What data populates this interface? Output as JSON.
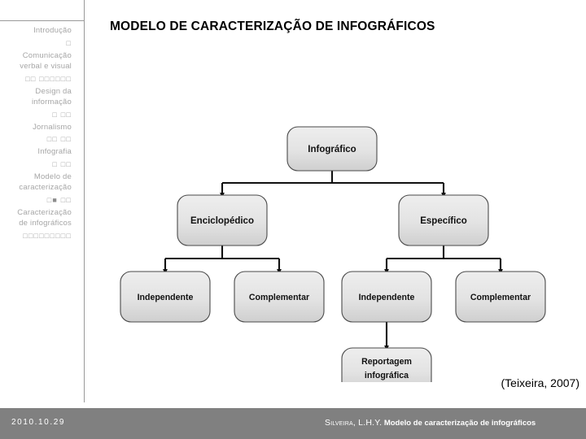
{
  "slide": {
    "title": "MODELO DE CARACTERIZAÇÃO DE INFOGRÁFICOS",
    "citation": "(Teixeira, 2007)",
    "background_color": "#ffffff"
  },
  "nav": {
    "divider_color": "#9a9a9a",
    "text_color": "#a6a6a6",
    "active_marker_color": "#8c8c8c",
    "items": [
      {
        "label": "Introdução",
        "dots": "□",
        "dots_count": 1,
        "active_index": -1
      },
      {
        "label": "Comunicação\nverbal e visual",
        "dots": "□□ □□□□□□",
        "dots_count": 8,
        "active_index": -1
      },
      {
        "label": "Design da\ninformação",
        "dots": "□ □□",
        "dots_count": 3,
        "active_index": -1
      },
      {
        "label": "Jornalismo",
        "dots": "□□ □□",
        "dots_count": 4,
        "active_index": -1
      },
      {
        "label": "Infografia",
        "dots": "□ □□",
        "dots_count": 3,
        "active_index": -1
      },
      {
        "label": "Modelo de\ncaracterização",
        "dots": "□■ □□",
        "dots_count": 4,
        "active_index": 1
      },
      {
        "label": "Caracterização\nde infográficos",
        "dots": "□□□□□□□□□",
        "dots_count": 9,
        "active_index": -1
      }
    ]
  },
  "diagram": {
    "type": "tree",
    "node_fill_top": "#e9e9e9",
    "node_fill_bottom": "#d2d2d2",
    "node_stroke": "#4a4a4a",
    "link_color": "#111111",
    "nodes": {
      "root": "Infográfico",
      "branch_left": "Enciclopédico",
      "branch_right": "Específico",
      "leaf_1": "Independente",
      "leaf_2": "Complementar",
      "leaf_3": "Independente",
      "leaf_4": "Complementar",
      "leaf_5_line1": "Reportagem",
      "leaf_5_line2": "infográfica"
    }
  },
  "footer": {
    "background_color": "#808080",
    "text_color": "#ffffff",
    "date": "2010.10.29",
    "reference_author": "Silveira, L.H.Y.",
    "reference_title": "Modelo de caracterização de infográficos"
  }
}
